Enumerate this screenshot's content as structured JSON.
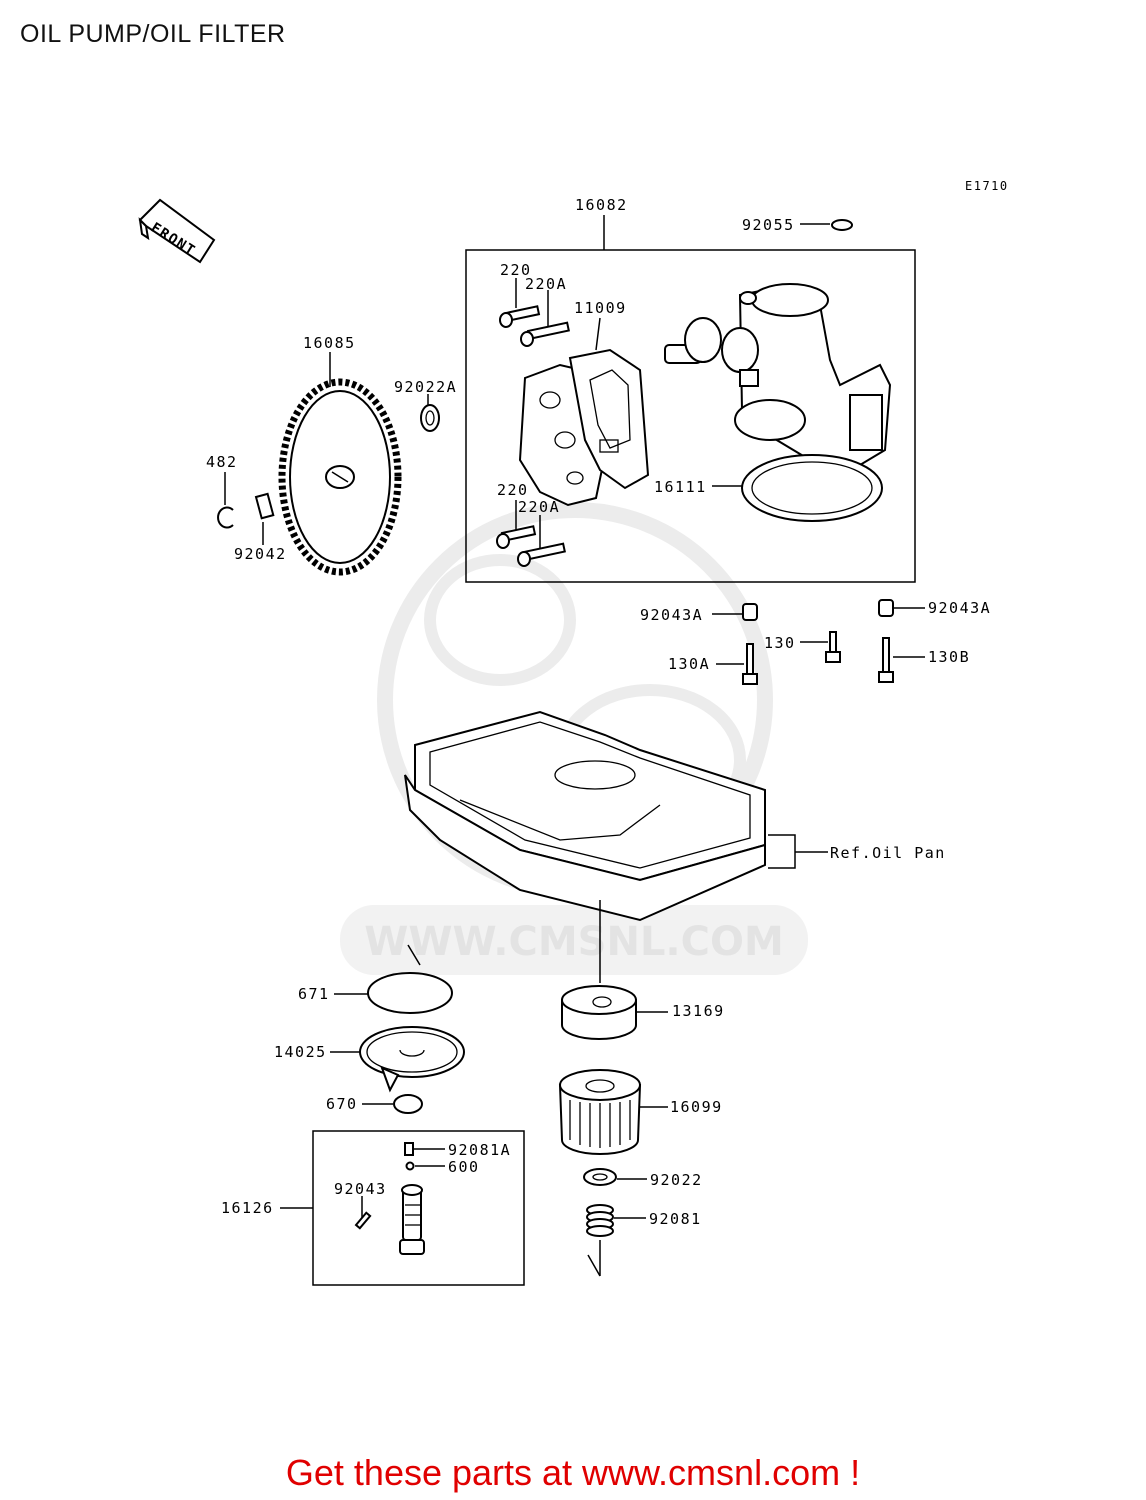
{
  "page": {
    "title": "OIL PUMP/OIL FILTER",
    "diagram_code": "E1710",
    "footer": "Get these parts at www.cmsnl.com !"
  },
  "front_arrow": {
    "label": "FRONT"
  },
  "watermark": {
    "text": "WWW.CMSNL.COM"
  },
  "callouts": {
    "c16082": "16082",
    "c92055": "92055",
    "c220_top": "220",
    "c220a_top": "220A",
    "c11009": "11009",
    "c16085": "16085",
    "c92022a": "92022A",
    "c482": "482",
    "c92042": "92042",
    "c16111": "16111",
    "c220_bot": "220",
    "c220a_bot": "220A",
    "c92043a_left": "92043A",
    "c92043a_right": "92043A",
    "c130": "130",
    "c130a": "130A",
    "c130b": "130B",
    "c_ref_oil_pan": "Ref.Oil Pan",
    "c671": "671",
    "c13169": "13169",
    "c14025": "14025",
    "c670": "670",
    "c16099": "16099",
    "c92081a": "92081A",
    "c600": "600",
    "c92043": "92043",
    "c16126": "16126",
    "c92022": "92022",
    "c92081": "92081"
  },
  "colors": {
    "footer": "#e00000",
    "watermark": "#e3e3e3",
    "lines": "#000000"
  }
}
